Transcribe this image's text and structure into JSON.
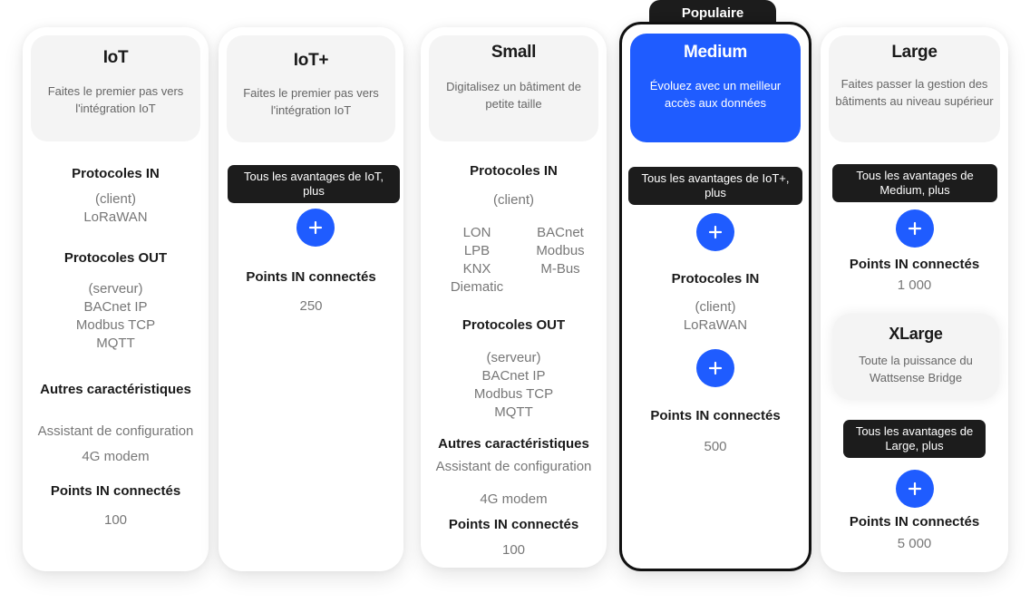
{
  "badge": {
    "label": "Populaire"
  },
  "plans": [
    {
      "name": "IoT",
      "description": "Faites le premier pas vers l'intégration IoT",
      "sections": {
        "protocols_in_title": "Protocoles IN",
        "protocols_in": [
          "(client)",
          "LoRaWAN"
        ],
        "protocols_out_title": "Protocoles OUT",
        "protocols_out": [
          "(serveur)",
          "BACnet IP",
          "Modbus TCP",
          "MQTT"
        ],
        "other_title": "Autres caractéristiques",
        "other": [
          "Assistant de configuration",
          "4G modem"
        ],
        "points_title": "Points IN connectés",
        "points": "100"
      }
    },
    {
      "name": "IoT+",
      "description": "Faites le premier pas vers l'intégration IoT",
      "includes": "Tous les avantages de IoT, plus",
      "sections": {
        "points_title": "Points IN connectés",
        "points": "250"
      }
    },
    {
      "name": "Small",
      "description": "Digitalisez un bâtiment de petite taille",
      "sections": {
        "protocols_in_title": "Protocoles IN",
        "protocols_in_sub": "(client)",
        "protocols_in_left": [
          "LON",
          "LPB",
          "KNX",
          "Diematic"
        ],
        "protocols_in_right": [
          "BACnet",
          "Modbus",
          "M-Bus"
        ],
        "protocols_out_title": "Protocoles OUT",
        "protocols_out": [
          "(serveur)",
          "BACnet IP",
          "Modbus TCP",
          "MQTT"
        ],
        "other_title": "Autres caractéristiques",
        "other": [
          "Assistant de configuration",
          "4G modem"
        ],
        "points_title": "Points IN connectés",
        "points": "100"
      }
    },
    {
      "name": "Medium",
      "description": "Évoluez avec un meilleur accès aux données",
      "includes": "Tous les avantages de IoT+, plus",
      "highlight_color": "#1f5cff",
      "sections": {
        "protocols_in_title": "Protocoles IN",
        "protocols_in": [
          "(client)",
          "LoRaWAN"
        ],
        "points_title": "Points IN connectés",
        "points": "500"
      }
    },
    {
      "name": "Large",
      "description": "Faites passer la gestion des bâtiments au niveau supérieur",
      "includes": "Tous les avantages de Medium, plus",
      "sections": {
        "points_title": "Points IN connectés",
        "points": "1 000"
      }
    },
    {
      "name": "XLarge",
      "description": "Toute la puissance du Wattsense Bridge",
      "includes": "Tous les avantages de Large, plus",
      "sections": {
        "points_title": "Points IN connectés",
        "points": "5 000"
      }
    }
  ],
  "icons": {
    "plus": "plus-icon"
  },
  "colors": {
    "accent": "#1f5cff",
    "dark": "#1c1c1c",
    "muted": "#777777",
    "panel": "#f4f4f4"
  }
}
